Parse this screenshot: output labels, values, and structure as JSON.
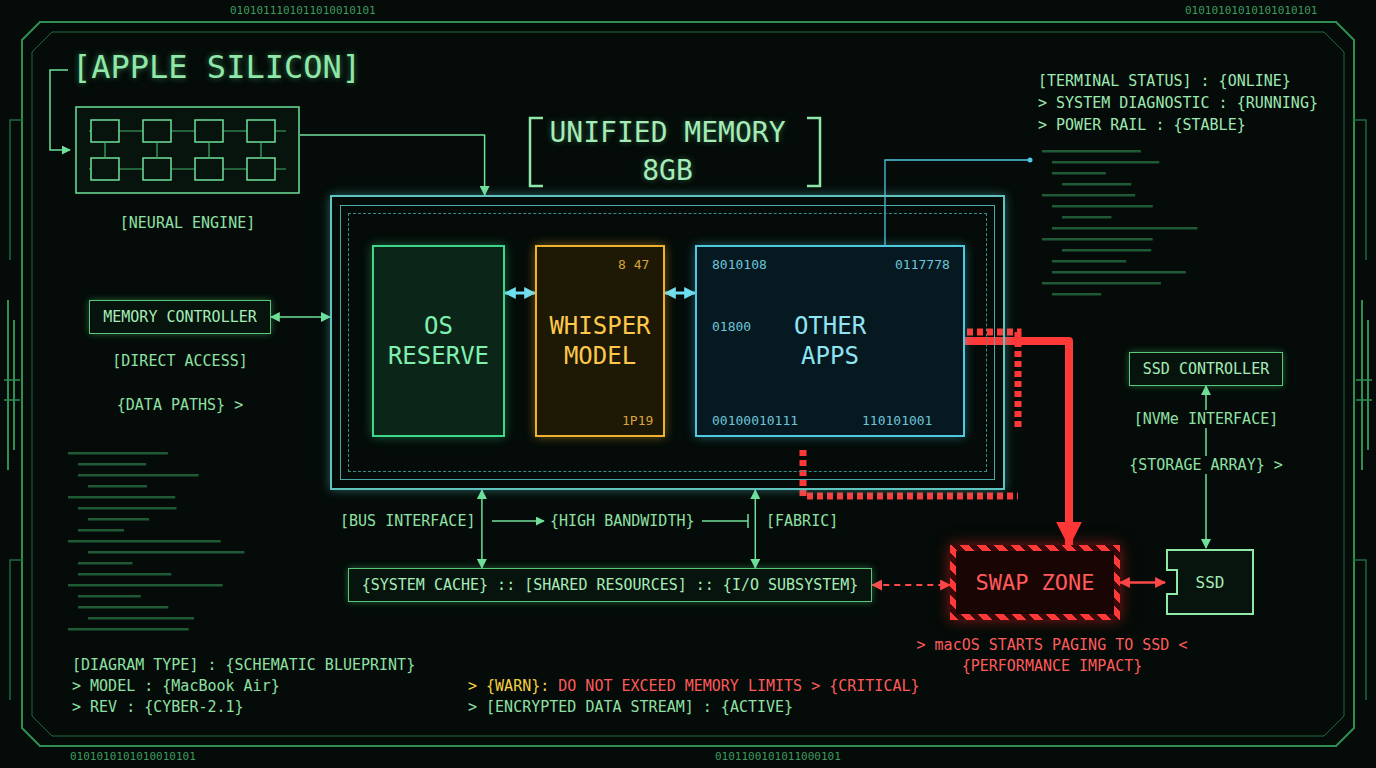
{
  "diagram": {
    "title": "[APPLE SILICON]",
    "nodes": [
      {
        "text": [
          "[NEURAL ENGINE]"
        ]
      },
      {
        "text": [
          "MEMORY CONTROLLER"
        ]
      },
      {
        "text": [
          "UNIFIED MEMORY 8GB"
        ]
      },
      {
        "text": [
          "OS RESERVE"
        ],
        "in": 2
      },
      {
        "text": [
          "WHISPER MODEL"
        ],
        "in": 2
      },
      {
        "text": [
          "OTHER APPS"
        ],
        "in": 2
      },
      {
        "text": [
          "{SYSTEM CACHE} :: [SHARED RESOURCES] :: {I/O SUBSYSTEM}"
        ]
      },
      {
        "text": [
          "SSD CONTROLLER"
        ]
      },
      {
        "text": [
          "SWAP ZONE"
        ]
      },
      {
        "text": [
          "SSD"
        ]
      }
    ],
    "edges": [
      {
        "from": 0,
        "to": 2,
        "arrow": "to"
      },
      {
        "from": 1,
        "to": 2,
        "arrow": "both"
      },
      {
        "from": 3,
        "to": 4,
        "arrow": "both"
      },
      {
        "from": 4,
        "to": 5,
        "arrow": "both"
      },
      {
        "from": 2,
        "to": 6,
        "arrow": "both"
      },
      {
        "from": 2,
        "to": 6,
        "arrow": "both"
      },
      {
        "from": 5,
        "to": 8,
        "arrow": "to"
      },
      {
        "from": 6,
        "to": 8,
        "arrow": "both"
      },
      {
        "from": 8,
        "to": 9,
        "arrow": "both"
      },
      {
        "from": 7,
        "to": 9,
        "arrow": "both"
      }
    ],
    "labels": [
      "[TERMINAL STATUS] : {ONLINE}",
      "> SYSTEM DIAGNOSTIC : {RUNNING}",
      "> POWER RAIL : {STABLE}",
      "[DIRECT ACCESS]",
      "{DATA PATHS} >",
      "8010108",
      "0117778",
      "01800",
      "110101001",
      "00100010111",
      "8 47",
      "1P19",
      "[BUS INTERFACE]",
      "{HIGH BANDWIDTH}",
      "[FABRIC]",
      "[NVMe INTERFACE]",
      "{STORAGE ARRAY} >",
      "> macOS STARTS PAGING TO SSD <",
      "{PERFORMANCE IMPACT}",
      "[DIAGRAM TYPE] : {SCHEMATIC BLUEPRINT}",
      "> MODEL : {MacBook Air}",
      "> REV : {CYBER-2.1}",
      "> {WARN}:",
      "DO NOT EXCEED MEMORY LIMITS > {CRITICAL}",
      "> [ENCRYPTED DATA STREAM] : {ACTIVE}",
      "0101011101011010010101",
      "01010101010101010101",
      "0101010101010010101",
      "0101100101011000101"
    ]
  }
}
